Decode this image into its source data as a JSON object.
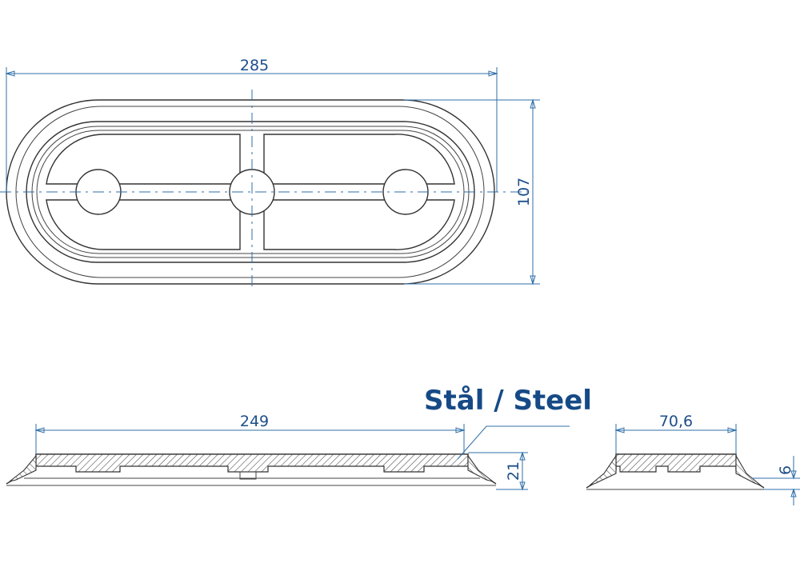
{
  "dimensions": {
    "length_top": "285",
    "width_top": "107",
    "length_side": "249",
    "height_side": "21",
    "width_end": "70,6",
    "thickness_end": "6"
  },
  "material_label": "Stål / Steel",
  "colors": {
    "dimension_blue": "#2f6fa8",
    "label_blue": "#164a86",
    "outline": "#333333"
  }
}
